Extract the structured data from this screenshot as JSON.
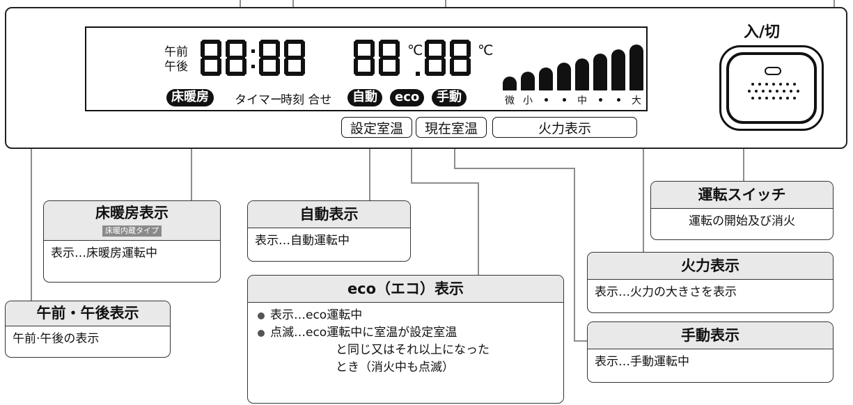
{
  "lcd": {
    "ampm_am": "午前",
    "ampm_pm": "午後",
    "time_digits": "88:88",
    "temp_left": "88",
    "temp_right": "88",
    "deg_unit": "℃",
    "floor_heat_pill": "床暖房",
    "timer_label": "タイマー",
    "clock_set_label": "時刻 合せ",
    "auto_pill": "自動",
    "eco_pill": "eco",
    "manual_pill": "手動",
    "flame_ticks": [
      "微",
      "小",
      "・",
      "・",
      "中",
      "・",
      "・",
      "大"
    ],
    "flame_levels": [
      1,
      2,
      3,
      4,
      5,
      6,
      7,
      8
    ]
  },
  "panel_labels": {
    "set_temp": "設定室温",
    "current_temp": "現在室温",
    "flame_display": "火力表示"
  },
  "switch": {
    "title": "入/切"
  },
  "callouts": {
    "floor_heat": {
      "title": "床暖房表示",
      "tag": "床暖内蔵タイプ",
      "body": "表示…床暖房運転中"
    },
    "ampm": {
      "title": "午前・午後表示",
      "body": "午前·午後の表示"
    },
    "auto": {
      "title": "自動表示",
      "body": "表示…自動運転中"
    },
    "eco": {
      "title": "eco（エコ）表示",
      "item1": "表示…eco運転中",
      "item2_line1": "点滅…eco運転中に室温が設定室温",
      "item2_line2": "と同じ又はそれ以上になった",
      "item2_line3": "とき（消火中も点滅）"
    },
    "switch": {
      "title": "運転スイッチ",
      "body": "運転の開始及び消火"
    },
    "flame": {
      "title": "火力表示",
      "body": "表示…火力の大きさを表示"
    },
    "manual": {
      "title": "手動表示",
      "body": "表示…手動運転中"
    }
  }
}
